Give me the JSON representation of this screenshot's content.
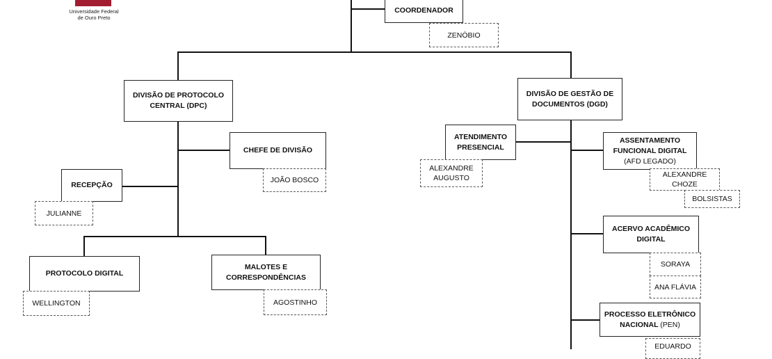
{
  "logo": {
    "line1": "Universidade Federal",
    "line2": "de Ouro Preto",
    "color": "#a31d32"
  },
  "nodes": {
    "coordenador": {
      "title": "COORDENADOR",
      "person": "ZENÓBIO"
    },
    "dpc": {
      "line1": "DIVISÃO DE PROTOCOLO",
      "line2": "CENTRAL (DPC)"
    },
    "chefe": {
      "title": "CHEFE DE DIVISÃO",
      "person": "JOÃO BOSCO"
    },
    "recepcao": {
      "title": "RECEPÇÃO",
      "person": "JULIANNE"
    },
    "protocolo_digital": {
      "title": "PROTOCOLO DIGITAL",
      "person": "WELLINGTON"
    },
    "malotes": {
      "line1": "MALOTES E",
      "line2": "CORRESPONDÊNCIAS",
      "person": "AGOSTINHO"
    },
    "dgd": {
      "line1": "DIVISÃO DE GESTÃO DE",
      "line2": "DOCUMENTOS (DGD)"
    },
    "atendimento": {
      "line1": "ATENDIMENTO",
      "line2": "PRESENCIAL",
      "person1": "ALEXANDRE",
      "person2": "AUGUSTO"
    },
    "afd": {
      "line1": "ASSENTAMENTO",
      "line2": "FUNCIONAL DIGITAL",
      "line3": "(AFD LEGADO)",
      "person1": "ALEXANDRE",
      "person2": "CHOZE",
      "extra": "BOLSISTAS"
    },
    "acervo": {
      "line1": "ACERVO ACADÊMICO",
      "line2": "DIGITAL",
      "person1": "SORAYA",
      "person2": "ANA FLÁVIA"
    },
    "pen": {
      "line1": "PROCESSO ELETRÔNICO",
      "line2a": "NACIONAL",
      "line2b": "(PEN)",
      "person": "EDUARDO"
    }
  }
}
